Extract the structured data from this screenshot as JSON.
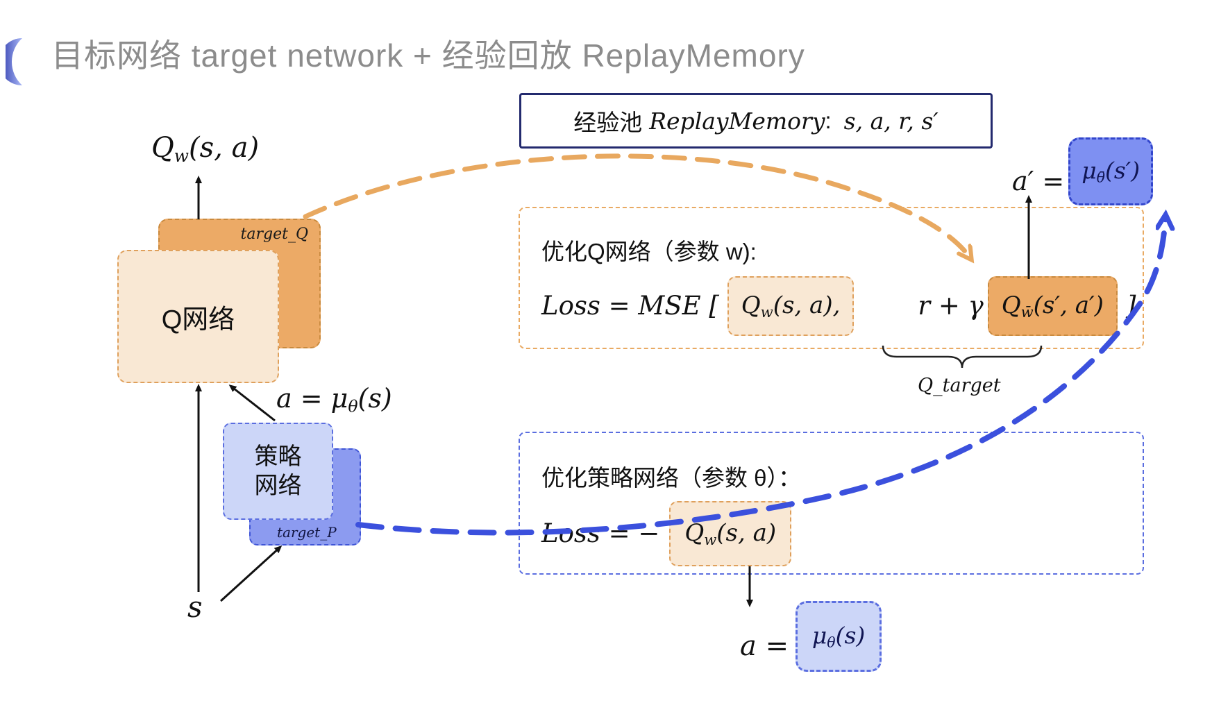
{
  "title": "目标网络 target network + 经验回放 ReplayMemory",
  "replay_box": {
    "cn": "经验池",
    "math": "ReplayMemory",
    "sep": ":",
    "vars": "s, a, r, s′"
  },
  "q_stack": {
    "target_label": "target_Q",
    "main_label": "Q网络",
    "output": {
      "base": "Q",
      "sub": "w",
      "args": "(s, a)"
    }
  },
  "policy_stack": {
    "target_label": "target_P",
    "line1": "策略",
    "line2": "网络"
  },
  "action_eq": {
    "pre": "a = ",
    "base": "μ",
    "sub": "θ",
    "args": "(s)"
  },
  "state": "s",
  "aprime_eq": {
    "pre": "a′ = ",
    "boxed": {
      "base": "μ",
      "sub": "θ̄",
      "args": "(s′)"
    }
  },
  "q_opt_box": {
    "heading": "优化Q网络（参数 w):",
    "loss_prefix": "Loss = MSE [",
    "term1": {
      "base": "Q",
      "sub": "w",
      "args": "(s, a),"
    },
    "mid": "r + γ",
    "term2": {
      "base": "Q",
      "sub": "w̄",
      "args": "(s′, a′)"
    },
    "close": "]",
    "brace_label": "Q_target"
  },
  "policy_opt_box": {
    "heading": "优化策略网络（参数 θ）：",
    "loss_prefix": "Loss = −",
    "term": {
      "base": "Q",
      "sub": "w",
      "args": "(s, a)"
    }
  },
  "bottom_action": {
    "pre": "a =",
    "boxed": {
      "base": "μ",
      "sub": "θ",
      "args": "(s)"
    }
  },
  "colors": {
    "orange_dark": "#ECAA66",
    "orange_light": "#F9E8D4",
    "orange_border": "#DA9B54",
    "blue_dark": "#8C9BF0",
    "blue_light": "#CCD6F8",
    "blue_border": "#5B6EE0",
    "navy": "#232A6E",
    "curve_orange": "#E8A85F",
    "curve_blue": "#3B50DD",
    "title_gray": "#8C8C8C"
  }
}
